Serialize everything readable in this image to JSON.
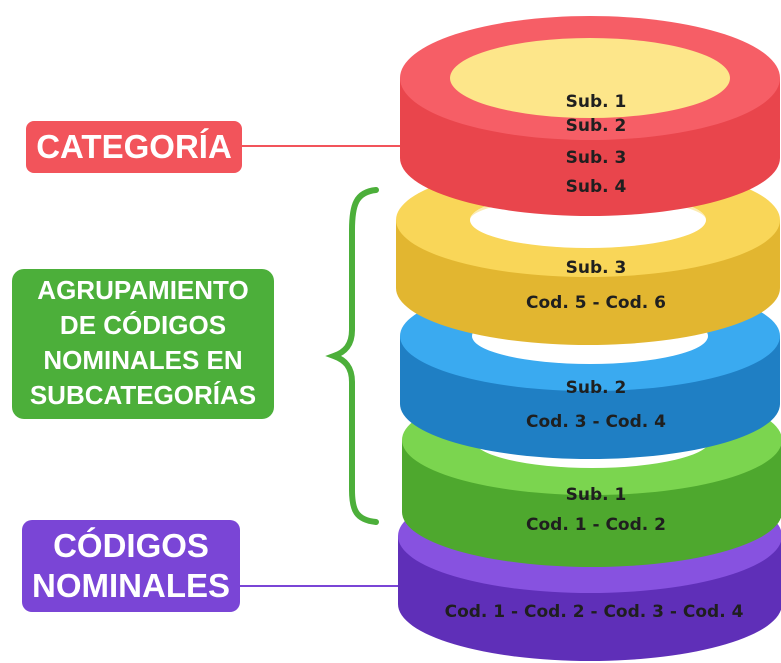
{
  "labels": {
    "categoria": "CATEGORÍA",
    "agrupamiento": [
      "AGRUPAMIENTO",
      "DE CÓDIGOS",
      "NOMINALES EN",
      "SUBCATEGORÍAS"
    ],
    "codigos": [
      "CÓDIGOS",
      "NOMINALES"
    ]
  },
  "rings": {
    "red": {
      "lines": [
        "Sub. 1",
        "Sub. 2",
        "Sub. 3",
        "Sub. 4"
      ]
    },
    "yellow": {
      "lines": [
        "Sub. 3",
        "Cod. 5 - Cod. 6"
      ]
    },
    "blue": {
      "lines": [
        "Sub. 2",
        "Cod. 3 - Cod. 4"
      ]
    },
    "green": {
      "lines": [
        "Sub. 1",
        "Cod. 1 - Cod. 2"
      ]
    },
    "purple": {
      "lines": [
        "Cod. 1 - Cod. 2 - Cod. 3 - Cod. 4"
      ]
    }
  },
  "colors": {
    "red": "#f2545b",
    "yellow": "#f4c842",
    "blue": "#2b9be6",
    "green": "#6cc644",
    "purple": "#7a45d6",
    "label_green": "#4caf3a"
  }
}
